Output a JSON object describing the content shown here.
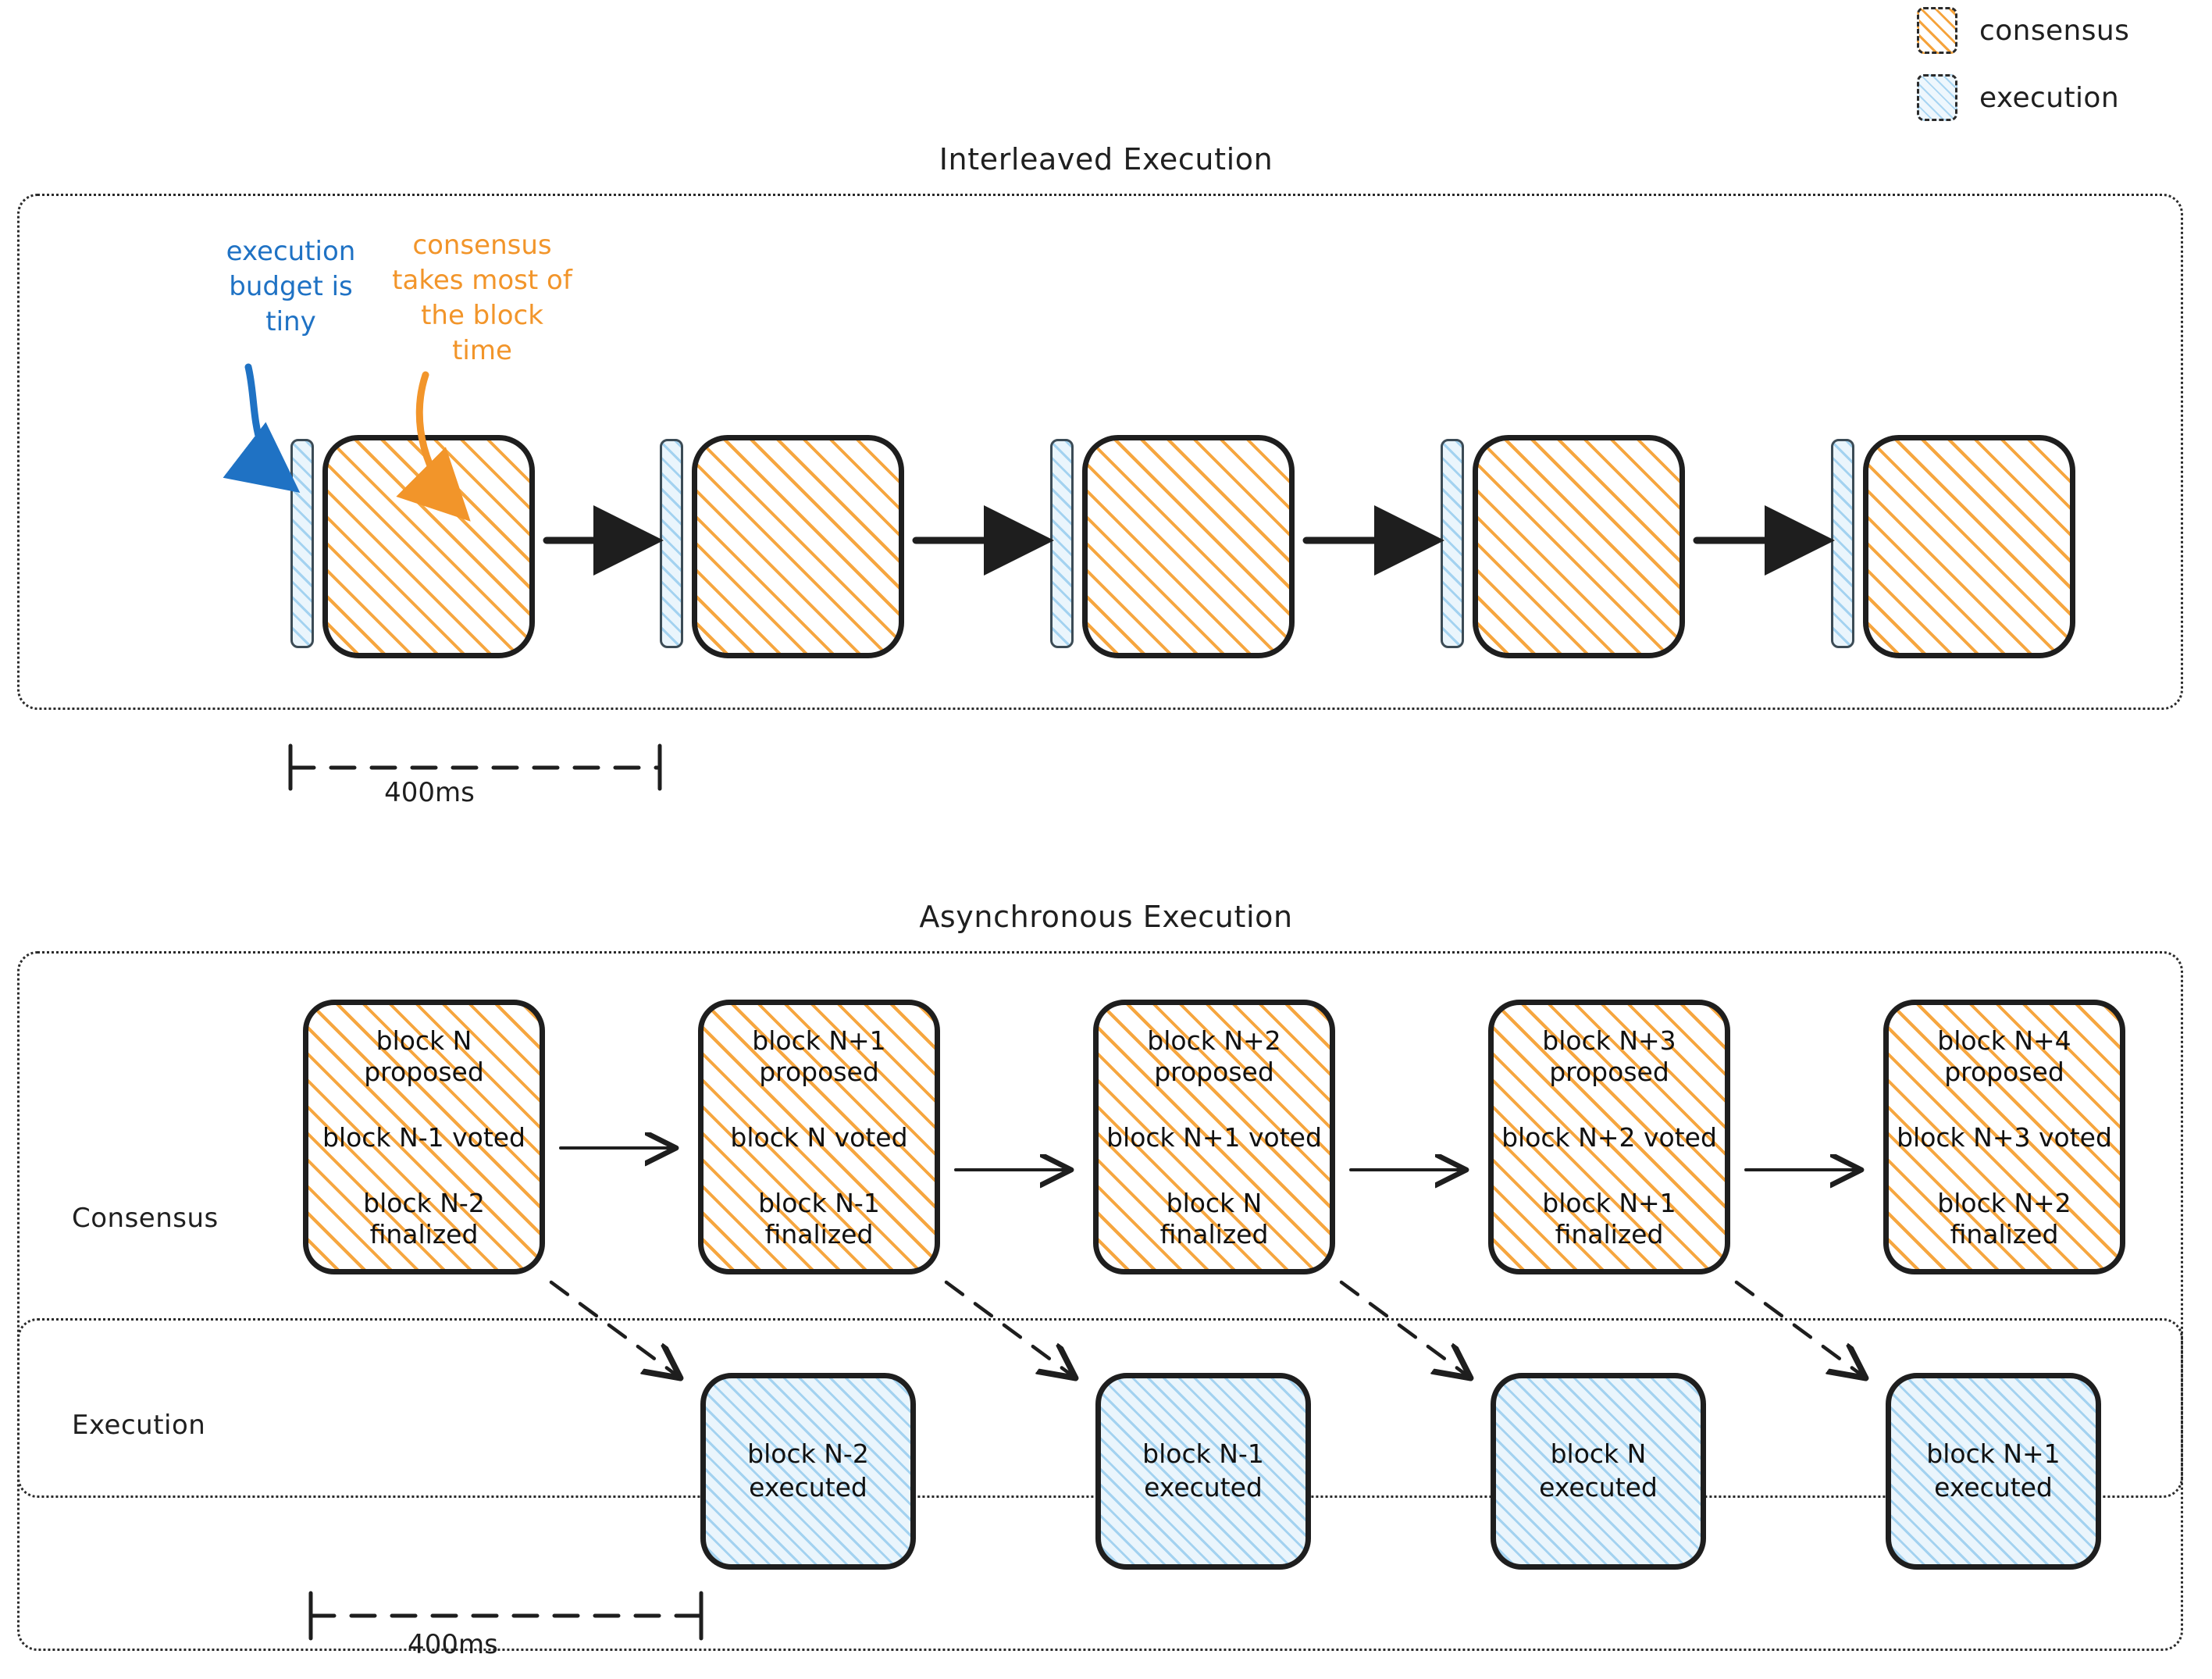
{
  "legend": {
    "items": [
      {
        "label": "consensus",
        "icon": "hatched-square-orange-icon",
        "color": "#f5a33c"
      },
      {
        "label": "execution",
        "icon": "hatched-square-blue-icon",
        "color": "#a8d5f2"
      }
    ]
  },
  "colors": {
    "consensus_hatch": "#f6a63f",
    "execution_hatch": "#a3d2f0",
    "execution_fill": "#eaf5fc",
    "note_blue": "#1f72c4",
    "note_orange": "#f2952a",
    "stroke": "#1e1e1e"
  },
  "interleaved": {
    "title": "Interleaved Execution",
    "annotations": {
      "execution_note": "execution budget is tiny",
      "consensus_note": "consensus takes most of the block time"
    },
    "slots": [
      {
        "execution_label": "execution",
        "consensus_label": "consensus"
      },
      {
        "execution_label": "execution",
        "consensus_label": "consensus"
      },
      {
        "execution_label": "execution",
        "consensus_label": "consensus"
      },
      {
        "execution_label": "execution",
        "consensus_label": "consensus"
      },
      {
        "execution_label": "execution",
        "consensus_label": "consensus"
      }
    ],
    "ruler": {
      "label": "400ms"
    }
  },
  "asynchronous": {
    "title": "Asynchronous Execution",
    "rows": {
      "consensus_label": "Consensus",
      "execution_label": "Execution"
    },
    "consensus_blocks": [
      {
        "proposed": "block N proposed",
        "voted": "block N-1 voted",
        "finalized": "block N-2 finalized",
        "proposed_l1": "block N",
        "proposed_l2": "proposed",
        "finalized_l1": "block N-2",
        "finalized_l2": "finalized"
      },
      {
        "proposed": "block N+1 proposed",
        "voted": "block N voted",
        "finalized": "block N-1 finalized",
        "proposed_l1": "block N+1",
        "proposed_l2": "proposed",
        "finalized_l1": "block N-1",
        "finalized_l2": "finalized"
      },
      {
        "proposed": "block N+2 proposed",
        "voted": "block N+1 voted",
        "finalized": "block N finalized",
        "proposed_l1": "block N+2",
        "proposed_l2": "proposed",
        "finalized_l1": "block N",
        "finalized_l2": "finalized"
      },
      {
        "proposed": "block N+3 proposed",
        "voted": "block N+2 voted",
        "finalized": "block N+1 finalized",
        "proposed_l1": "block N+3",
        "proposed_l2": "proposed",
        "finalized_l1": "block N+1",
        "finalized_l2": "finalized"
      },
      {
        "proposed": "block N+4 proposed",
        "voted": "block N+3 voted",
        "finalized": "block N+2 finalized",
        "proposed_l1": "block N+4",
        "proposed_l2": "proposed",
        "finalized_l1": "block N+2",
        "finalized_l2": "finalized"
      }
    ],
    "execution_blocks": [
      {
        "label": "block N-2 executed",
        "l1": "block N-2",
        "l2": "executed"
      },
      {
        "label": "block N-1 executed",
        "l1": "block N-1",
        "l2": "executed"
      },
      {
        "label": "block N executed",
        "l1": "block N",
        "l2": "executed"
      },
      {
        "label": "block N+1 executed",
        "l1": "block N+1",
        "l2": "executed"
      }
    ],
    "ruler": {
      "label": "400ms"
    }
  }
}
